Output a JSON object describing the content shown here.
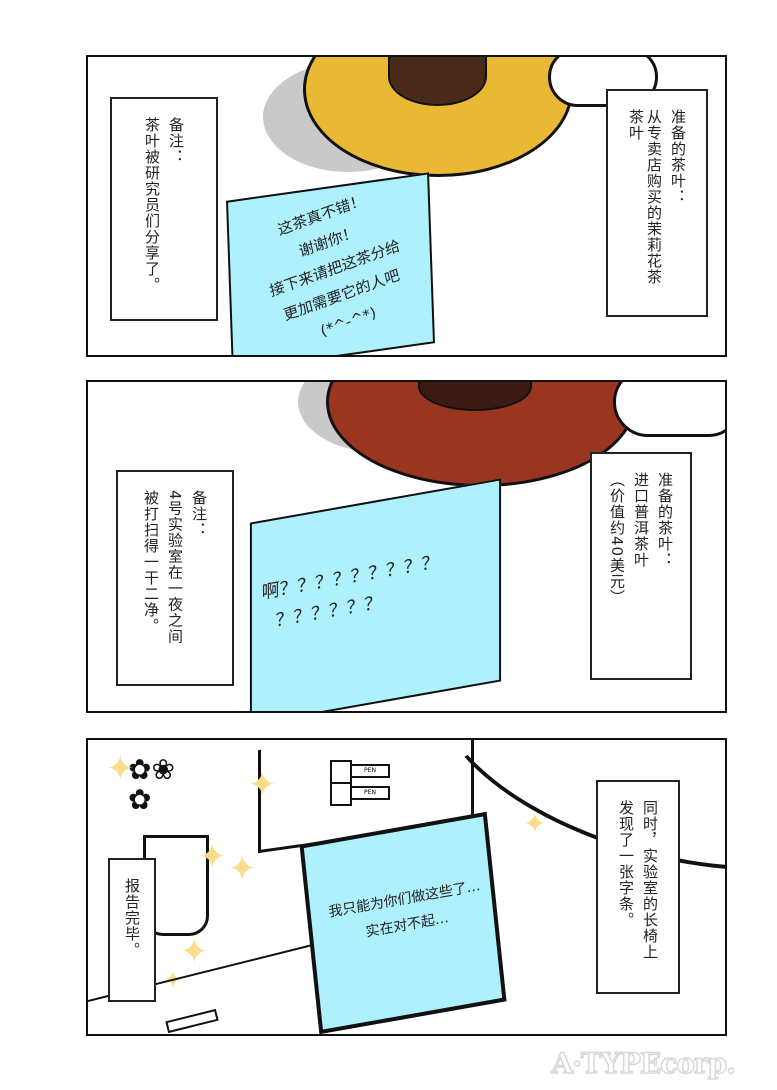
{
  "page": {
    "watermark": "A·TYPEcorp."
  },
  "panels": [
    {
      "id": "panel-1",
      "teapot_color": "#e9b935",
      "left_caption": [
        "备注：",
        "茶叶被研究员们分享了。"
      ],
      "right_caption": [
        "准备的茶叶：",
        "从专卖店购买的茉莉花茶茶叶"
      ],
      "note_lines": [
        "这茶真不错！",
        "谢谢你！",
        "接下来请把这茶分给",
        "更加需要它的人吧",
        "(*^-^*)"
      ]
    },
    {
      "id": "panel-2",
      "teapot_color": "#9a3520",
      "left_caption": [
        "备注：",
        "4号实验室在一夜之间",
        "被打扫得一干二净。"
      ],
      "right_caption": [
        "准备的茶叶：",
        "进口普洱茶叶",
        "（价值约40美元）"
      ],
      "note_lines": [
        "啊？？？？？？？？？",
        "？？？？？？"
      ]
    },
    {
      "id": "panel-3",
      "left_caption": [
        "报告完毕。"
      ],
      "right_caption": [
        "同时，实验室的长椅上",
        "发现了一张字条。"
      ],
      "note_lines": [
        "我只能为你们做这些了…",
        "实在对不起…"
      ],
      "pen_labels": [
        "PEN",
        "PEN"
      ]
    }
  ],
  "colors": {
    "note_bg": "#aef0fb",
    "sparkle": "#f9dd8a",
    "border": "#111111"
  }
}
